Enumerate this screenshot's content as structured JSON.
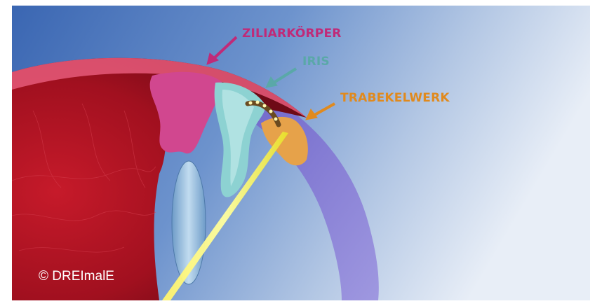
{
  "labels": {
    "ciliary_body": "ZILIARKÖRPER",
    "iris": "IRIS",
    "trabecular_meshwork": "TRABEKELWERK"
  },
  "copyright": "© DREImalE",
  "colors": {
    "ciliary_body": "#c02a78",
    "iris": "#5aa8a8",
    "trabecular_meshwork": "#e08a1e",
    "laser": "#f2f03a",
    "background_start": "#3f6fb8",
    "background_end": "#e6edf6",
    "eye_wall": "#b0152a",
    "sclera_band": "#7e6fd0"
  },
  "icons": [
    "arrow-icon",
    "arrow-icon",
    "arrow-icon"
  ]
}
